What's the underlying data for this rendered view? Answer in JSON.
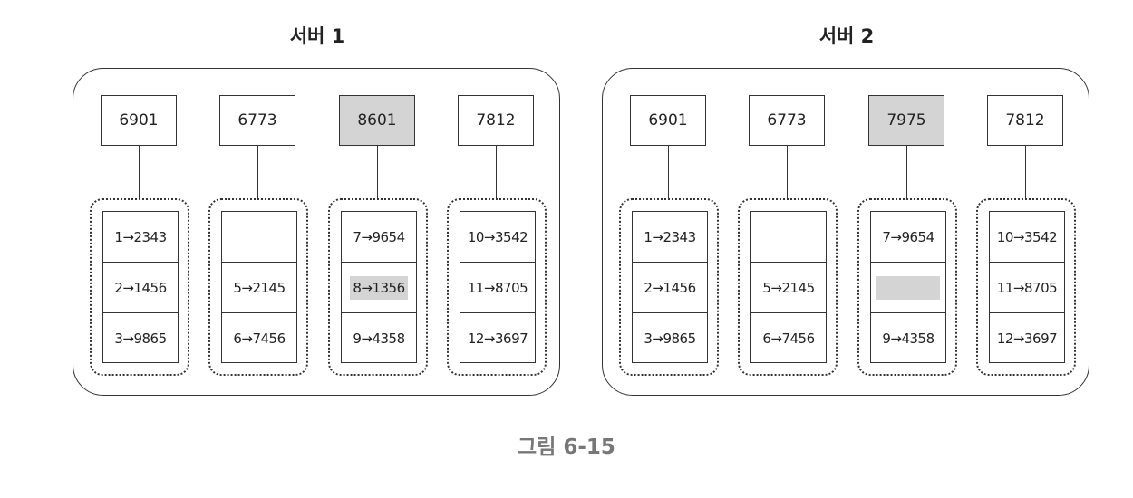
{
  "servers": [
    {
      "title": "서버 1",
      "columns": [
        {
          "hash": "6901",
          "highlighted": false,
          "entries": [
            {
              "text": "1→2343",
              "highlighted": false
            },
            {
              "text": "2→1456",
              "highlighted": false
            },
            {
              "text": "3→9865",
              "highlighted": false
            }
          ]
        },
        {
          "hash": "6773",
          "highlighted": false,
          "entries": [
            {
              "text": "",
              "highlighted": false
            },
            {
              "text": "5→2145",
              "highlighted": false
            },
            {
              "text": "6→7456",
              "highlighted": false
            }
          ]
        },
        {
          "hash": "8601",
          "highlighted": true,
          "entries": [
            {
              "text": "7→9654",
              "highlighted": false
            },
            {
              "text": "8→1356",
              "highlighted": true
            },
            {
              "text": "9→4358",
              "highlighted": false
            }
          ]
        },
        {
          "hash": "7812",
          "highlighted": false,
          "entries": [
            {
              "text": "10→3542",
              "highlighted": false
            },
            {
              "text": "11→8705",
              "highlighted": false
            },
            {
              "text": "12→3697",
              "highlighted": false
            }
          ]
        }
      ]
    },
    {
      "title": "서버 2",
      "columns": [
        {
          "hash": "6901",
          "highlighted": false,
          "entries": [
            {
              "text": "1→2343",
              "highlighted": false
            },
            {
              "text": "2→1456",
              "highlighted": false
            },
            {
              "text": "3→9865",
              "highlighted": false
            }
          ]
        },
        {
          "hash": "6773",
          "highlighted": false,
          "entries": [
            {
              "text": "",
              "highlighted": false
            },
            {
              "text": "5→2145",
              "highlighted": false
            },
            {
              "text": "6→7456",
              "highlighted": false
            }
          ]
        },
        {
          "hash": "7975",
          "highlighted": true,
          "entries": [
            {
              "text": "7→9654",
              "highlighted": false
            },
            {
              "text": "",
              "highlighted": true
            },
            {
              "text": "9→4358",
              "highlighted": false
            }
          ]
        },
        {
          "hash": "7812",
          "highlighted": false,
          "entries": [
            {
              "text": "10→3542",
              "highlighted": false
            },
            {
              "text": "11→8705",
              "highlighted": false
            },
            {
              "text": "12→3697",
              "highlighted": false
            }
          ]
        }
      ]
    }
  ],
  "caption": "그림 6-15",
  "colors": {
    "highlight": "#d4d4d4",
    "stroke": "#333333",
    "caption": "#777777"
  }
}
